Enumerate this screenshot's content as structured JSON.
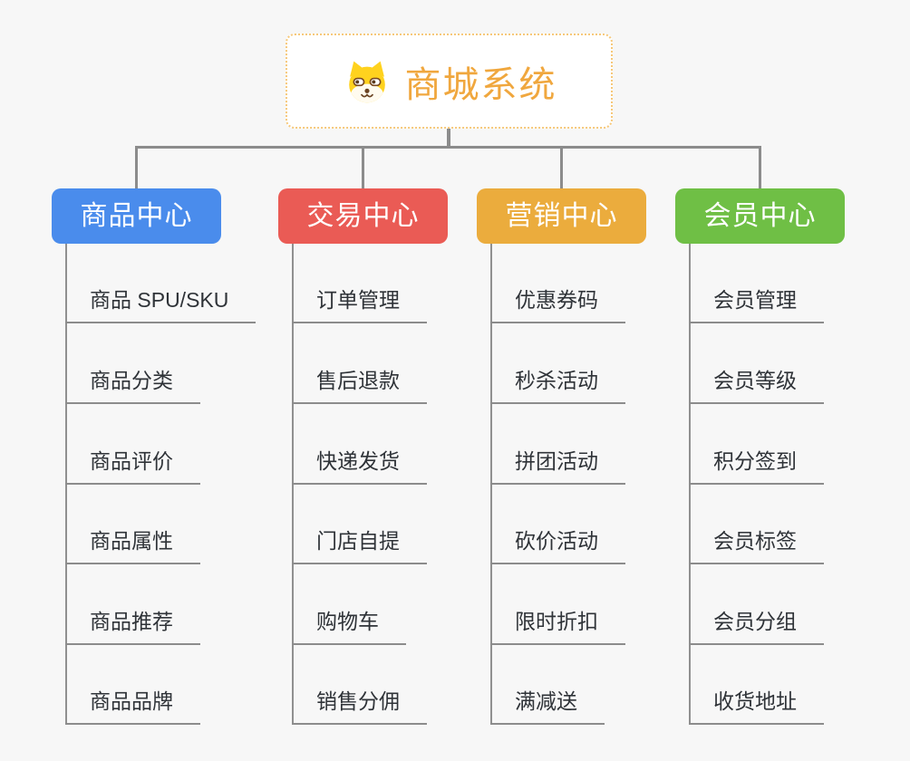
{
  "root": {
    "title": "商城系统",
    "icon": "dog-face-icon",
    "title_color": "#F0A73E",
    "border_color": "#F6C87A"
  },
  "line_color": "#8C8C8C",
  "branches": [
    {
      "label": "商品中心",
      "color": "#4A8CEC",
      "children": [
        "商品 SPU/SKU",
        "商品分类",
        "商品评价",
        "商品属性",
        "商品推荐",
        "商品品牌"
      ]
    },
    {
      "label": "交易中心",
      "color": "#EA5B55",
      "children": [
        "订单管理",
        "售后退款",
        "快递发货",
        "门店自提",
        "购物车",
        "销售分佣"
      ]
    },
    {
      "label": "营销中心",
      "color": "#EBAC3D",
      "children": [
        "优惠券码",
        "秒杀活动",
        "拼团活动",
        "砍价活动",
        "限时折扣",
        "满减送"
      ]
    },
    {
      "label": "会员中心",
      "color": "#6FBF45",
      "children": [
        "会员管理",
        "会员等级",
        "积分签到",
        "会员标签",
        "会员分组",
        "收货地址"
      ]
    }
  ]
}
